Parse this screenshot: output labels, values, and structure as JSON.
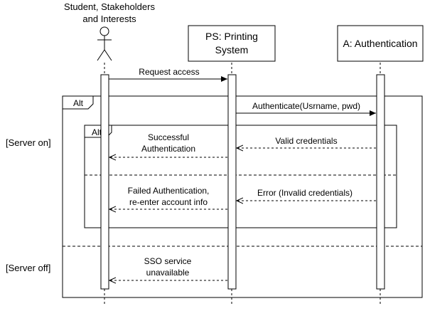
{
  "participants": {
    "actor": {
      "line1": "Student, Stakeholders",
      "line2": "and Interests"
    },
    "printing": {
      "line1": "PS: Printing",
      "line2": "System"
    },
    "auth": {
      "label": "A: Authentication"
    }
  },
  "fragments": {
    "outer": {
      "tag": "Alt"
    },
    "inner": {
      "tag": "Alt"
    }
  },
  "guards": {
    "server_on": "[Server on]",
    "server_off": "[Server off]"
  },
  "messages": {
    "request_access": "Request access",
    "authenticate": "Authenticate(Usrname, pwd)",
    "valid_credentials": "Valid credentials",
    "successful_auth": {
      "line1": "Successful",
      "line2": "Authentication"
    },
    "error_invalid": "Error (Invalid credentials)",
    "failed_auth": {
      "line1": "Failed Authentication,",
      "line2": "re-enter account info"
    },
    "sso_unavailable": {
      "line1": "SSO service",
      "line2": "unavailable"
    }
  }
}
